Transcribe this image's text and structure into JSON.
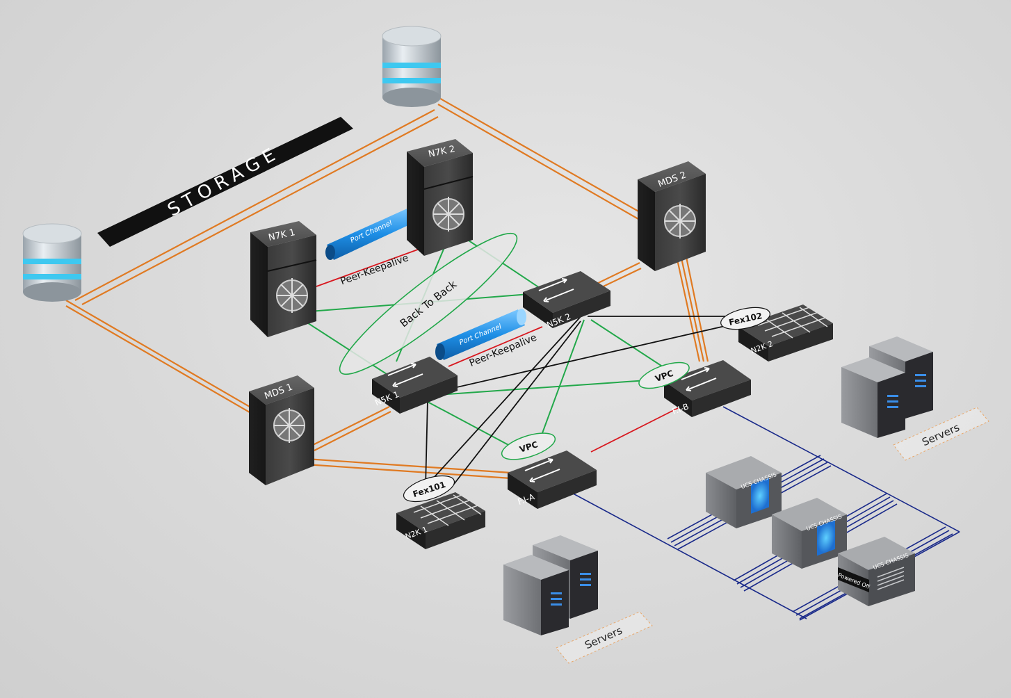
{
  "banner": {
    "storage": "STORAGE"
  },
  "devices": {
    "n7k1": "N7K 1",
    "n7k2": "N7K 2",
    "mds1": "MDS 1",
    "mds2": "MDS 2",
    "n5k1": "N5K 1",
    "n5k2": "N5K 2",
    "fia": "F.I-A",
    "fib": "F.I-B",
    "n2k1": "N2K 1",
    "n2k2": "N2K 2"
  },
  "links": {
    "port_channel_top": "Port Channel",
    "port_channel_mid": "Port Channel",
    "peer_keepalive_top": "Peer-Keepalive",
    "peer_keepalive_mid": "Peer-Keepalive",
    "back_to_back": "Back To Back",
    "vpc_a": "VPC",
    "vpc_b": "VPC",
    "fex101": "Fex101",
    "fex102": "Fex102"
  },
  "servers": {
    "left": "Servers",
    "right": "Servers"
  },
  "chassis": {
    "label1": "UCS CHASSIS",
    "label2": "UCS CHASSIS",
    "label3": "UCS CHASSIS",
    "powered_off": "Powered Off"
  },
  "colors": {
    "storage_link": "#e07a22",
    "back_to_back_link": "#22a84a",
    "fex_link": "#111111",
    "fi_link": "#d8181f",
    "chassis_link": "#1a2a8a",
    "port_channel": "#1e8fe6"
  }
}
